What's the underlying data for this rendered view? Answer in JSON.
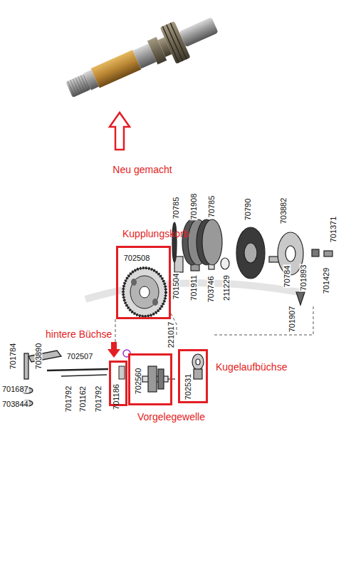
{
  "diagram": {
    "nodes": [
      {
        "text": [
          "Kupplungskorb",
          "702508"
        ]
      },
      {
        "text": [
          "hintere Büchse",
          "701186"
        ]
      },
      {
        "text": [
          "Vorgelegewelle",
          "702560"
        ]
      },
      {
        "text": [
          "Kugelaufbüchse",
          "702531"
        ]
      }
    ],
    "labels": [
      "Neu gemacht",
      "70785",
      "701908",
      "70785",
      "70790",
      "703882",
      "701371",
      "701504",
      "701911",
      "703746",
      "211229",
      "70784",
      "701893",
      "701429",
      "701907",
      "221017",
      "701784",
      "703890",
      "702507",
      "701687",
      "703844",
      "701792",
      "701162",
      "701792"
    ]
  }
}
